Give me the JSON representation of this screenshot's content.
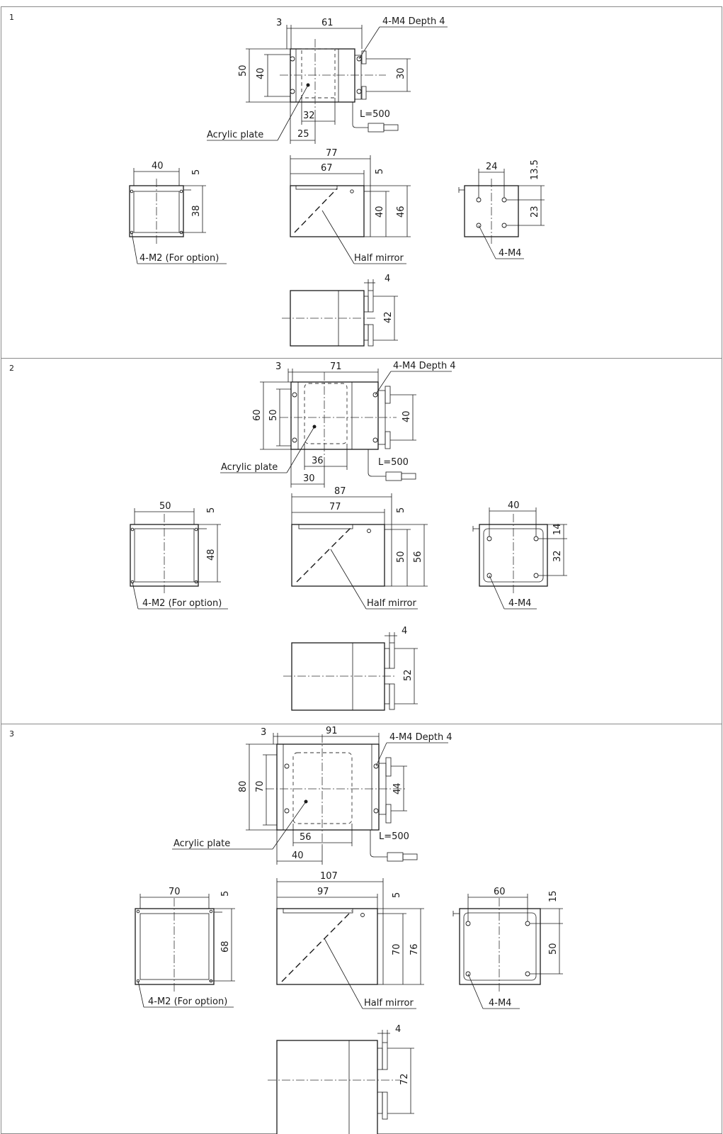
{
  "diagram": {
    "border_color": "#8a8a8a",
    "line_color": "#1a1a1a",
    "panels": [
      {
        "number": "1",
        "d": {
          "edge": "3",
          "width": "61",
          "height": "50",
          "inner_height": "40",
          "hole_spacing_right": "30",
          "window": "32",
          "offset": "25",
          "cable_length": "L=500",
          "side_width": "40",
          "side_top": "5",
          "side_height": "38",
          "front_width": "77",
          "front_inner": "67",
          "front_top": "5",
          "front_inner_height": "40",
          "front_height": "46",
          "back_spacing": "24",
          "back_top": "13.5",
          "back_vspacing": "23",
          "bottom_flange": "4",
          "bottom_height": "42"
        },
        "labels": {
          "mount_holes": "4-M4 Depth 4",
          "acrylic": "Acrylic plate",
          "side_holes": "4-M2 (For option)",
          "mirror": "Half mirror",
          "back_holes": "4-M4"
        }
      },
      {
        "number": "2",
        "d": {
          "edge": "3",
          "width": "71",
          "height": "60",
          "inner_height": "50",
          "hole_spacing_right": "40",
          "window": "36",
          "offset": "30",
          "cable_length": "L=500",
          "side_width": "50",
          "side_top": "5",
          "side_height": "48",
          "front_width": "87",
          "front_inner": "77",
          "front_top": "5",
          "front_inner_height": "50",
          "front_height": "56",
          "back_spacing": "40",
          "back_top": "14",
          "back_vspacing": "32",
          "bottom_flange": "4",
          "bottom_height": "52"
        },
        "labels": {
          "mount_holes": "4-M4 Depth 4",
          "acrylic": "Acrylic plate",
          "side_holes": "4-M2 (For option)",
          "mirror": "Half mirror",
          "back_holes": "4-M4"
        }
      },
      {
        "number": "3",
        "d": {
          "edge": "3",
          "width": "91",
          "height": "80",
          "inner_height": "70",
          "hole_spacing_right": "44",
          "window": "56",
          "offset": "40",
          "cable_length": "L=500",
          "side_width": "70",
          "side_top": "5",
          "side_height": "68",
          "front_width": "107",
          "front_inner": "97",
          "front_top": "5",
          "front_inner_height": "70",
          "front_height": "76",
          "back_spacing": "60",
          "back_top": "15",
          "back_vspacing": "50",
          "bottom_flange": "4",
          "bottom_height": "72"
        },
        "labels": {
          "mount_holes": "4-M4 Depth 4",
          "acrylic": "Acrylic plate",
          "side_holes": "4-M2 (For option)",
          "mirror": "Half mirror",
          "back_holes": "4-M4"
        }
      }
    ]
  }
}
